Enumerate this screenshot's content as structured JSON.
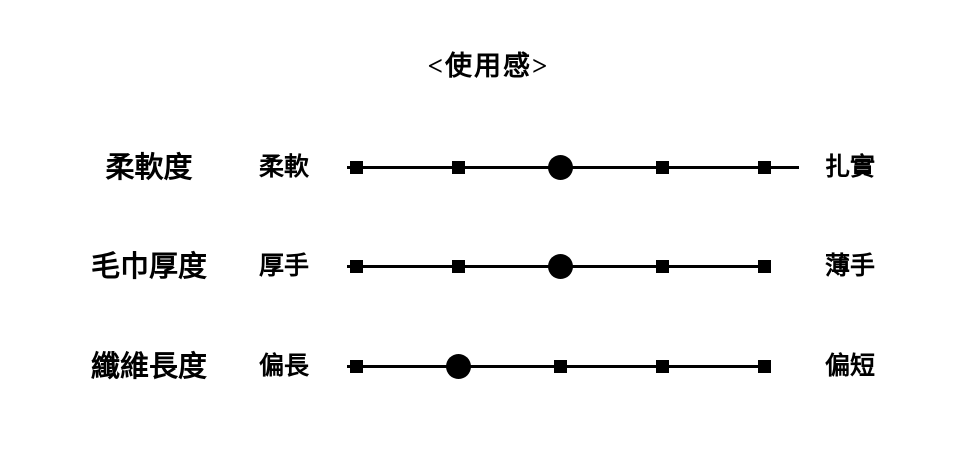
{
  "page": {
    "background_color": "#ffffff",
    "ink_color": "#000000"
  },
  "chart_data": {
    "type": "scatter",
    "chart_kind": "semantic-differential-rating-scale",
    "title": "<使用感>",
    "scale_points": 5,
    "markers": {
      "tick": "black-square",
      "value": "black-filled-circle"
    },
    "rows": [
      {
        "attribute": "柔軟度",
        "left_label": "柔軟",
        "right_label": "扎實",
        "value": 3
      },
      {
        "attribute": "毛巾厚度",
        "left_label": "厚手",
        "right_label": "薄手",
        "value": 3
      },
      {
        "attribute": "纖維長度",
        "left_label": "偏長",
        "right_label": "偏短",
        "value": 2
      }
    ]
  }
}
